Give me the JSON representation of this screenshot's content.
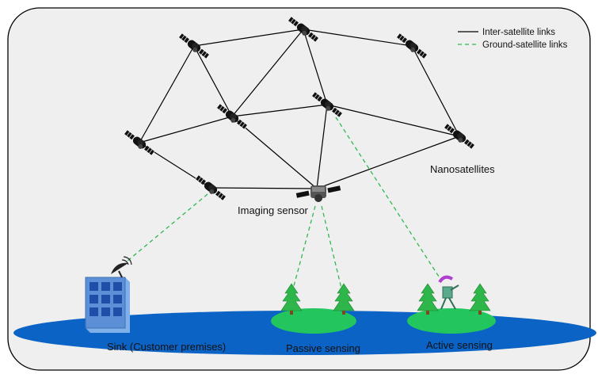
{
  "legend": {
    "inter_satellite": "Inter-satellite links",
    "ground_satellite": "Ground-satellite links"
  },
  "labels": {
    "nanosatellites": "Nanosatellites",
    "imaging_sensor": "Imaging sensor",
    "sink": "Sink (Customer premises)",
    "passive": "Passive sensing",
    "active": "Active sensing"
  },
  "colors": {
    "background_panel": "#efefef",
    "ground": "#0b63c5",
    "field": "#22c55e",
    "tree": "#2fb64a",
    "link_solid": "#000000",
    "link_dashed": "#2eb84f",
    "building": "#5b8fd6",
    "satellite": "#111111"
  },
  "icons": {
    "satellite": "satellite-icon",
    "imaging_satellite": "imaging-satellite-icon",
    "tree": "tree-icon",
    "building": "building-icon",
    "dish": "satellite-dish-icon",
    "active_sensor": "active-sensor-icon"
  }
}
